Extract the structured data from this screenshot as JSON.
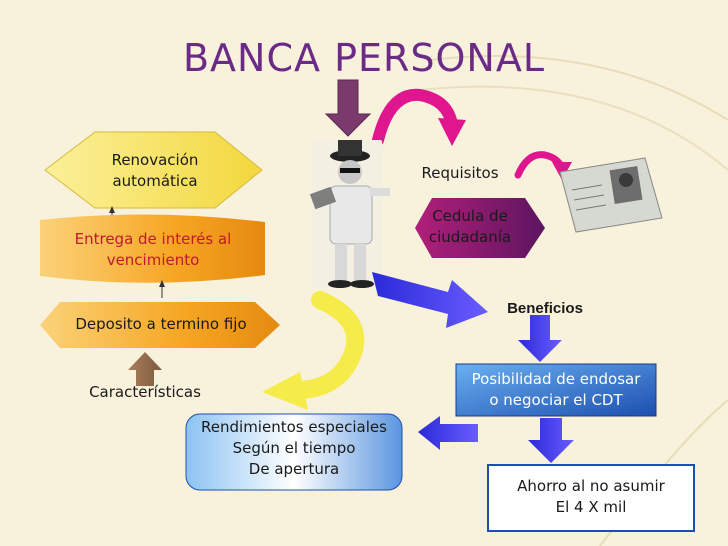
{
  "title": "BANCA PERSONAL",
  "left": {
    "renovacion": [
      "Renovación",
      "automática"
    ],
    "entrega": [
      "Entrega de interés al",
      "vencimiento"
    ],
    "deposito": "Deposito a termino fijo",
    "caracteristicas": "Características"
  },
  "right": {
    "requisitos": "Requisitos",
    "cedula": [
      "Cedula de",
      "ciudadanía"
    ],
    "beneficios": "Beneficios",
    "posibilidad": [
      "Posibilidad de endosar",
      "o negociar el CDT"
    ],
    "ahorro": [
      "Ahorro al no asumir",
      "El 4 X mil"
    ]
  },
  "center": {
    "rendimientos": [
      "Rendimientos especiales",
      "Según el tiempo",
      "De apertura"
    ]
  },
  "colors": {
    "title": "#6b2a86",
    "orange_box": "#f6a623",
    "yellow_box": "#f7e35a",
    "blue_box": "#2a62c9",
    "purple_box": "#7a1f6b",
    "magenta": "#e0168f",
    "arrow_blue": "#4b3cf0",
    "arrow_yellow": "#f5ec4a"
  },
  "icons": [
    "man-with-money-icon",
    "id-card-icon"
  ]
}
